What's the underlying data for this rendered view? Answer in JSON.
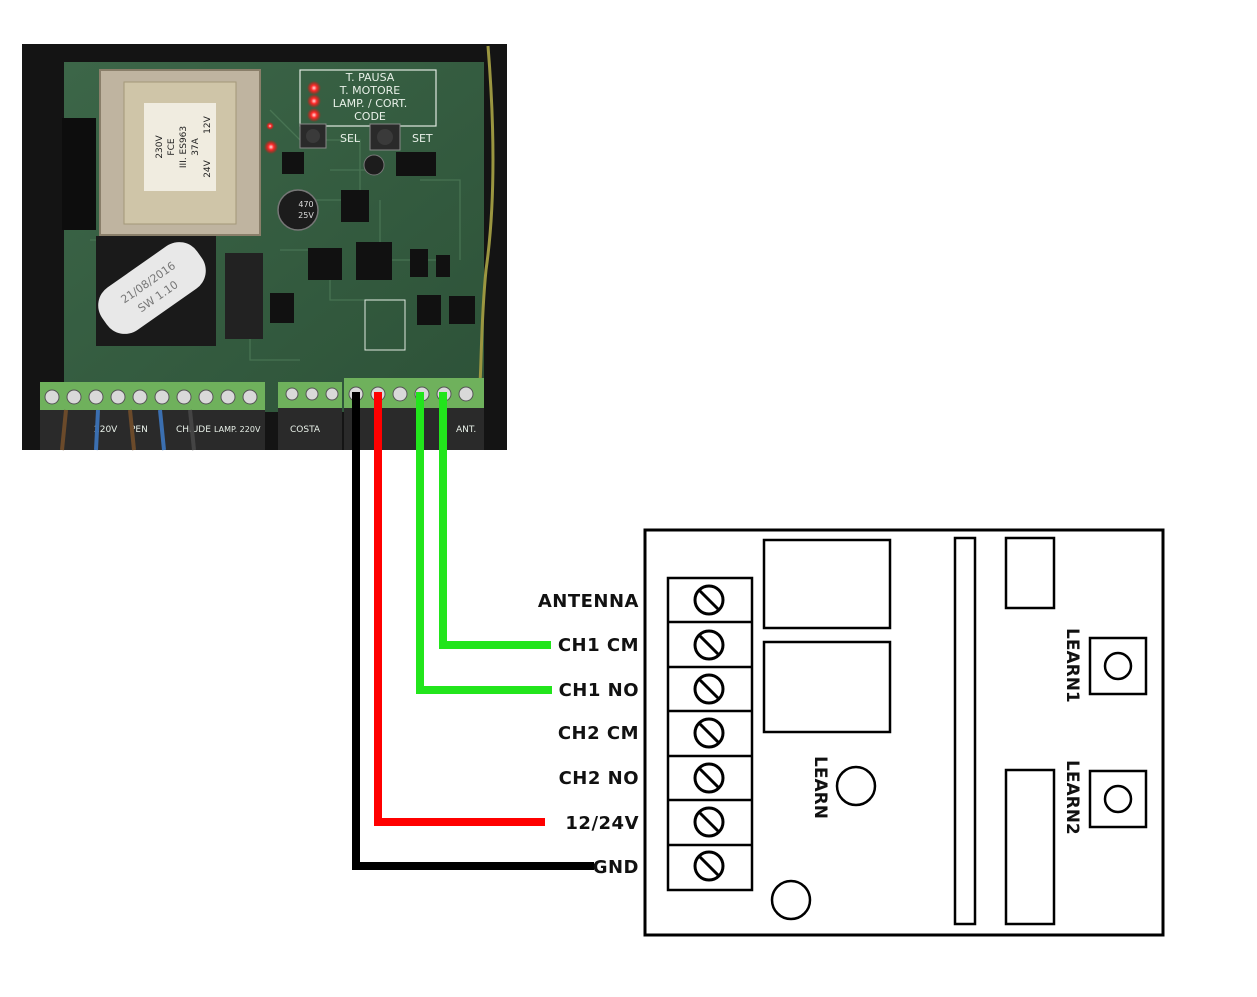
{
  "pcb": {
    "silkscreen": [
      "T. PAUSA",
      "T. MOTORE",
      "LAMP. / CORT.",
      "CODE"
    ],
    "sel_label": "SEL",
    "set_label": "SET",
    "transformer_text": [
      "230V",
      "FCE",
      "III. ES963",
      "37A",
      "24V",
      "12V"
    ],
    "sticker_text": [
      "21/08/2016",
      "SW 1.10"
    ],
    "capacitor_text": [
      "470",
      "25V"
    ],
    "bottom_labels": [
      "220V",
      "PEN",
      "CHIUDE",
      "LAMP. 220V",
      "COSTA",
      "ANT."
    ]
  },
  "receiver": {
    "terminals": [
      "ANTENNA",
      "CH1 CM",
      "CH1 NO",
      "CH2 CM",
      "CH2 NO",
      "12/24V",
      "GND"
    ],
    "learn_label": "LEARN",
    "learn1_label": "LEARN1",
    "learn2_label": "LEARN2"
  },
  "wires": [
    {
      "from": "pcb",
      "to": "CH1 CM",
      "color": "#22e51c"
    },
    {
      "from": "pcb",
      "to": "CH1 NO",
      "color": "#22e51c"
    },
    {
      "from": "pcb",
      "to": "12/24V",
      "color": "#ff0000"
    },
    {
      "from": "pcb",
      "to": "GND",
      "color": "#000000"
    }
  ]
}
